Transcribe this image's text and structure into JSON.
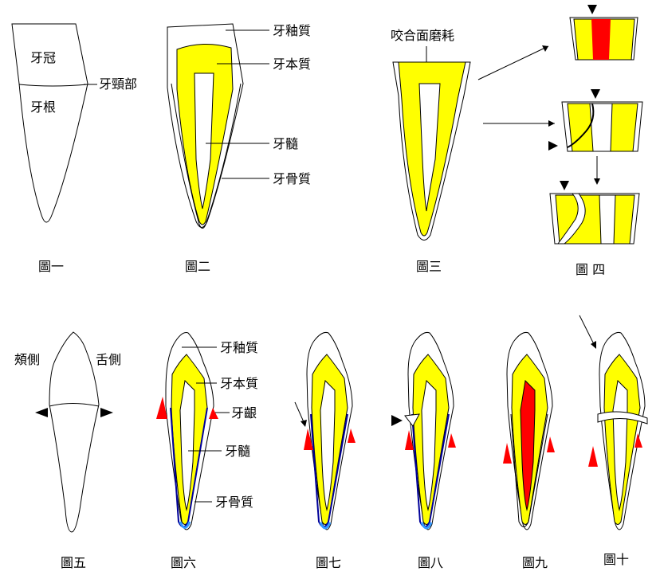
{
  "figures": {
    "fig1": {
      "caption": "圖一",
      "crown": "牙冠",
      "neck": "牙頸部",
      "root": "牙根"
    },
    "fig2": {
      "caption": "圖二",
      "enamel": "牙釉質",
      "dentin": "牙本質",
      "pulp": "牙髓",
      "cementum": "牙骨質"
    },
    "fig3": {
      "caption": "圖三",
      "wear": "咬合面磨耗"
    },
    "fig4": {
      "caption": "圖 四"
    },
    "fig5": {
      "caption": "圖五",
      "buccal": "頰側",
      "lingual": "舌側"
    },
    "fig6": {
      "caption": "圖六",
      "enamel": "牙釉質",
      "dentin": "牙本質",
      "gingiva": "牙齦",
      "pulp": "牙髓",
      "cementum": "牙骨質"
    },
    "fig7": {
      "caption": "圖七"
    },
    "fig8": {
      "caption": "圖八"
    },
    "fig9": {
      "caption": "圖九"
    },
    "fig10": {
      "caption": "圖十"
    }
  },
  "colors": {
    "dentin": "#ffff00",
    "pulp_inflamed": "#ff0000",
    "gingiva": "#ff0000",
    "cementum": "#0000aa",
    "blue_tip": "#3399ff"
  }
}
